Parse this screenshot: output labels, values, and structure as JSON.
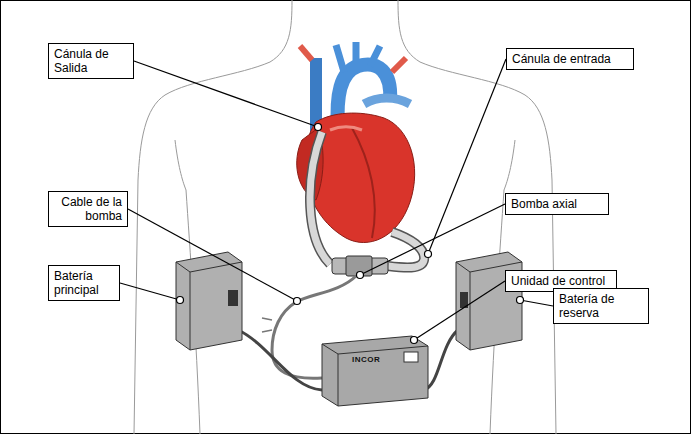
{
  "diagram": {
    "nodes": [
      {
        "text": [
          "Cánula de Salida"
        ]
      },
      {
        "text": [
          "Cánula de entrada"
        ]
      },
      {
        "text": [
          "Cable de la bomba"
        ]
      },
      {
        "text": [
          "Bomba axial"
        ]
      },
      {
        "text": [
          "Unidad de control"
        ]
      },
      {
        "text": [
          "Batería principal"
        ]
      },
      {
        "text": [
          "Batería de reserva"
        ]
      }
    ],
    "labels": [
      "INCOR"
    ]
  }
}
